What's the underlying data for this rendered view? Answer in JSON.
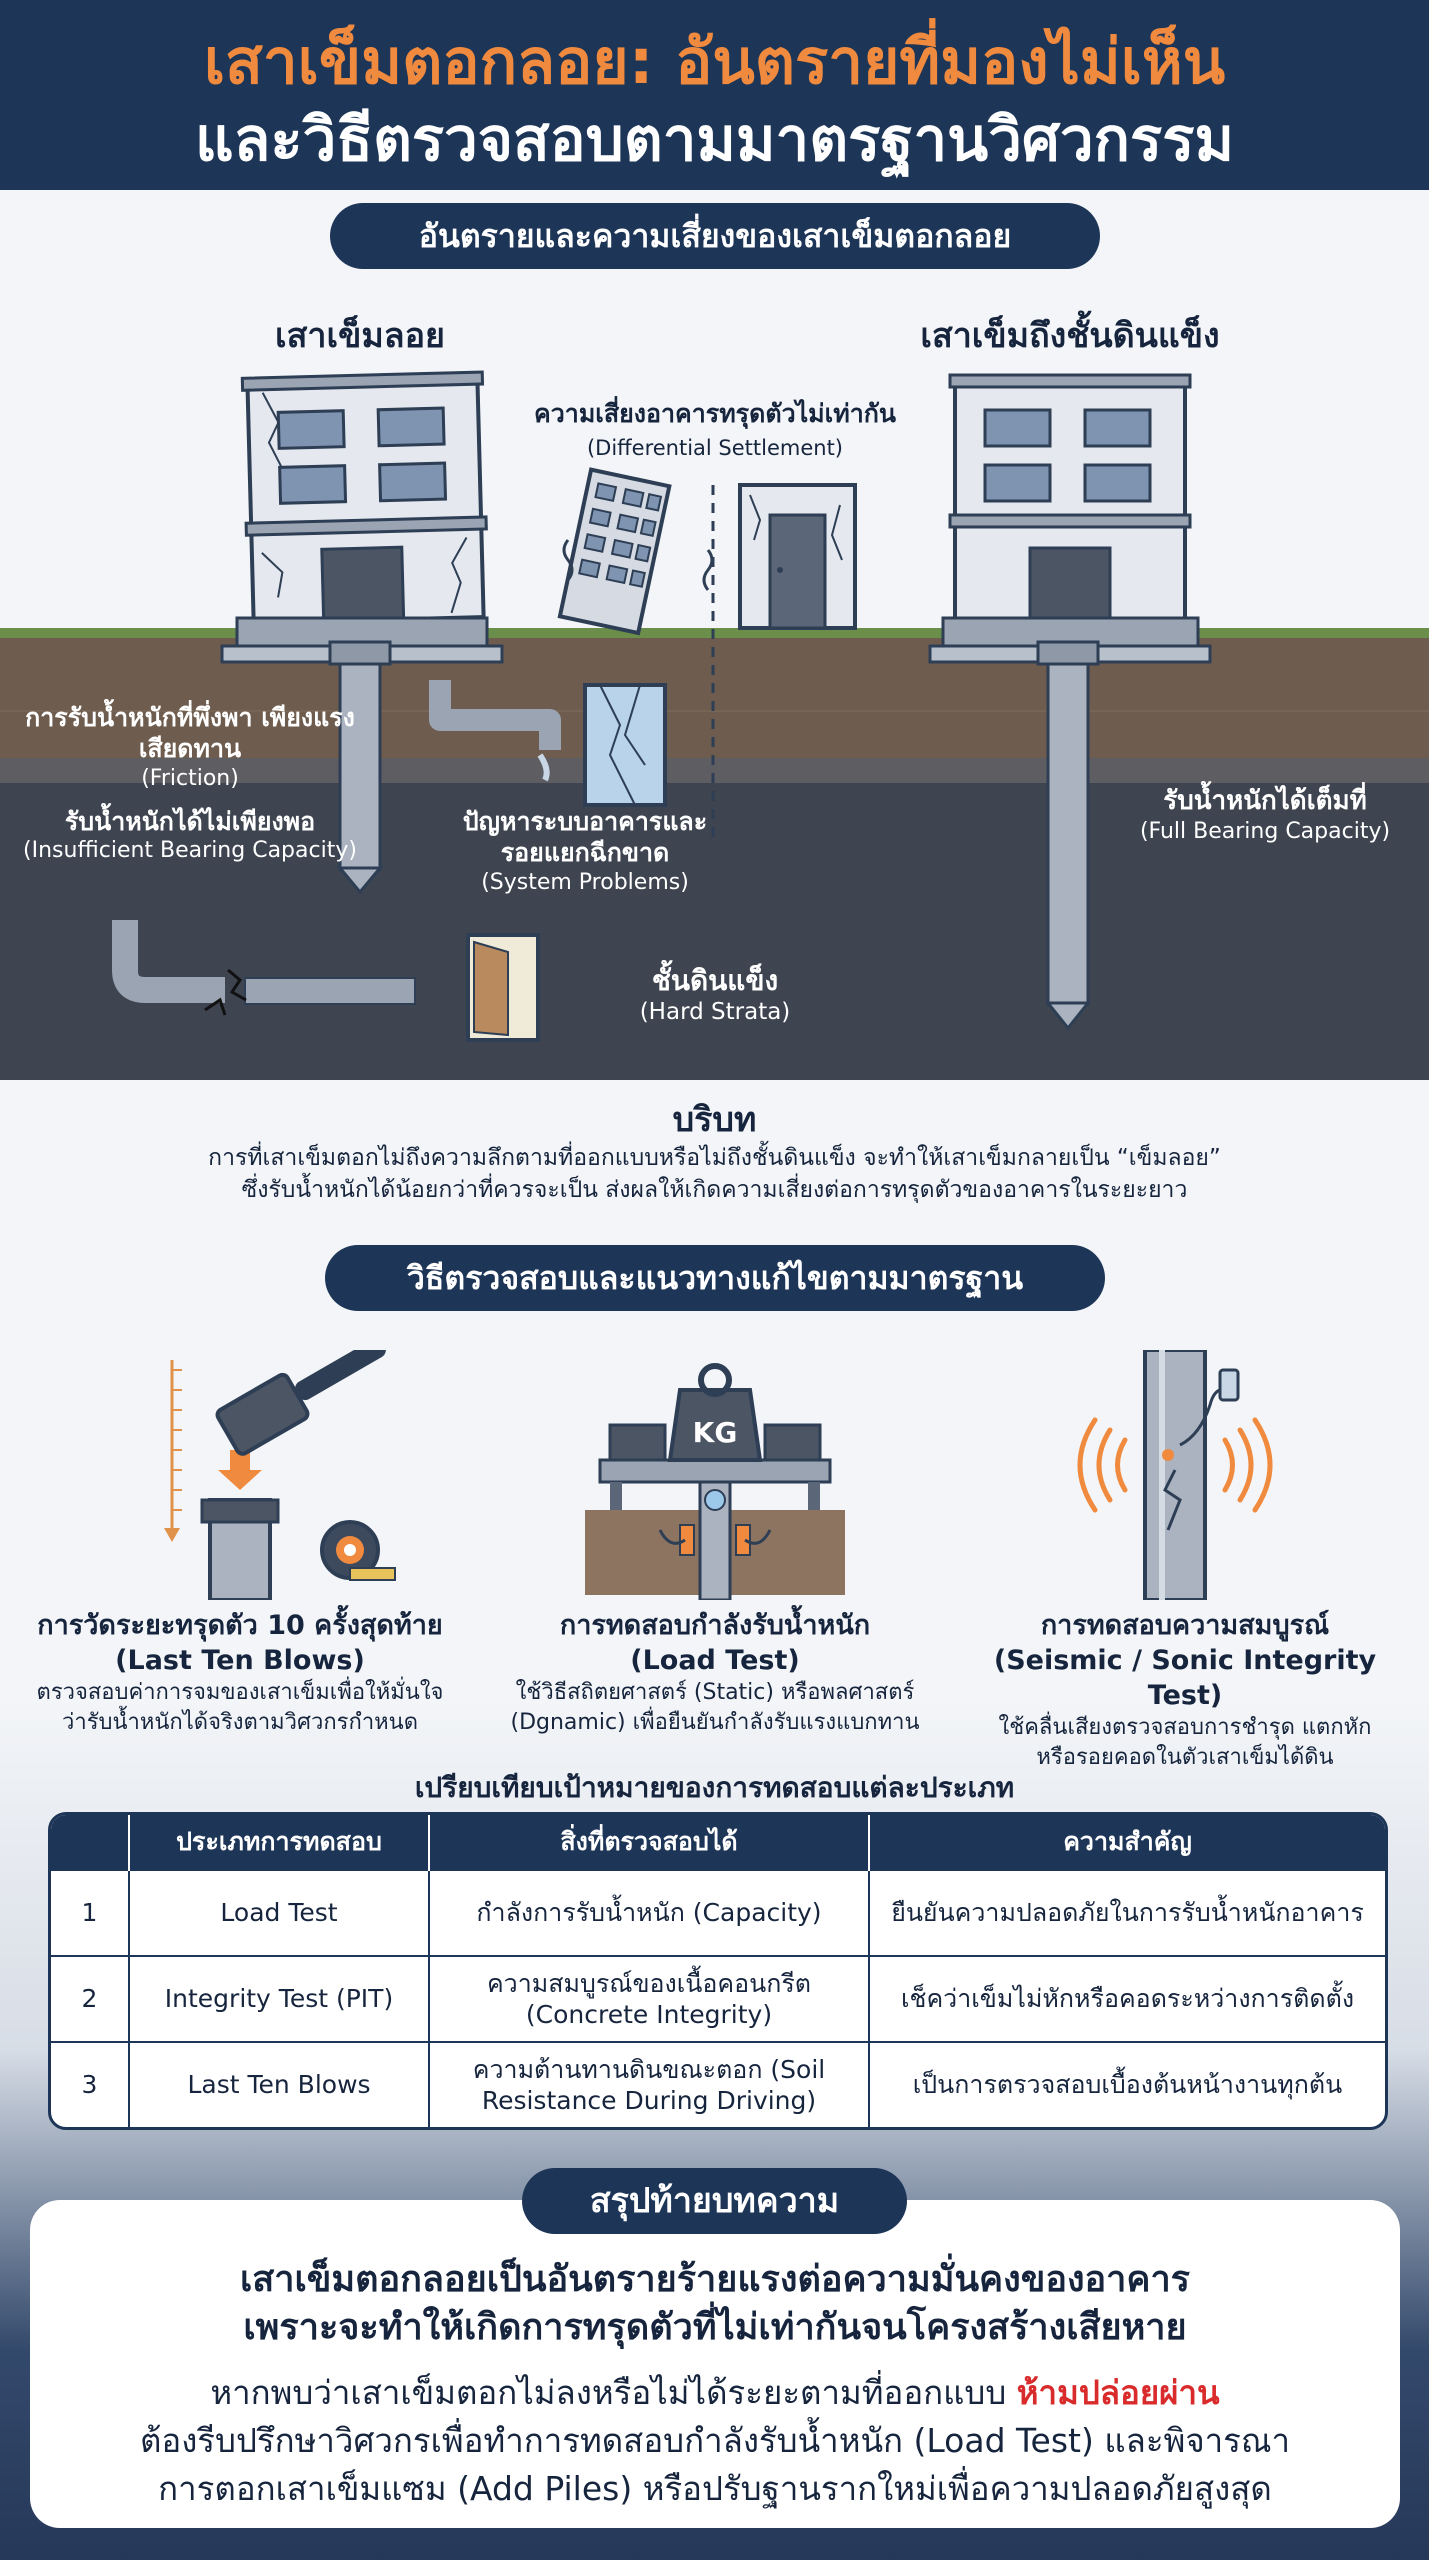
{
  "header": {
    "title_line1": "เสาเข็มตอกลอย: อันตรายที่มองไม่เห็น",
    "title_line2": "และวิธีตรวจสอบตามมาตรฐานวิศวกรรม"
  },
  "hazard_section": {
    "heading": "อันตรายและความเสี่ยงของเสาเข็มตอกลอย",
    "left_title": "เสาเข็มลอย",
    "right_title": "เสาเข็มถึงชั้นดินแข็ง",
    "differential_th": "ความเสี่ยงอาคารทรุดตัวไม่เท่ากัน",
    "differential_en": "(Differential Settlement)",
    "friction_th": "การรับน้ำหนักที่พึ่งพา เพียงแรงเสียดทาน",
    "friction_en": "(Friction)",
    "insufficient_th": "รับน้ำหนักได้ไม่เพียงพอ",
    "insufficient_en": "(Insufficient Bearing Capacity)",
    "system_th": "ปัญหาระบบอาคารและ รอยแยกฉีกขาด",
    "system_en": "(System Problems)",
    "hard_th": "ชั้นดินแข็ง",
    "hard_en": "(Hard Strata)",
    "full_th": "รับน้ำหนักได้เต็มที่",
    "full_en": "(Full Bearing Capacity)"
  },
  "context": {
    "heading": "บริบท",
    "line1": "การที่เสาเข็มตอกไม่ถึงความลึกตามที่ออกแบบหรือไม่ถึงชั้นดินแข็ง จะทำให้เสาเข็มกลายเป็น “เข็มลอย”",
    "line2": "ซึ่งรับน้ำหนักได้น้อยกว่าที่ควรจะเป็น ส่งผลให้เกิดความเสี่ยงต่อการทรุดตัวของอาคารในระยะยาว"
  },
  "methods_section": {
    "heading": "วิธีตรวจสอบและแนวทางแก้ไขตามมาตรฐาน",
    "kg_label": "KG",
    "methods": [
      {
        "title": "การวัดระยะทรุดตัว 10 ครั้งสุดท้าย",
        "subtitle": "(Last Ten Blows)",
        "desc1": "ตรวจสอบค่าการจมของเสาเข็มเพื่อให้มั่นใจ",
        "desc2": "ว่ารับน้ำหนักได้จริงตามวิศวกรกำหนด"
      },
      {
        "title": "การทดสอบกำลังรับน้ำหนัก",
        "subtitle": "(Load Test)",
        "desc1": "ใช้วิธีสถิตยศาสตร์ (Static) หรือพลศาสตร์",
        "desc2": "(Dgnamic) เพื่อยืนยันกำลังรับแรงแบกทาน"
      },
      {
        "title": "การทดสอบความสมบูรณ์",
        "subtitle": "(Seismic / Sonic Integrity Test)",
        "desc1": "ใช้คลื่นเสียงตรวจสอบการชำรุด แตกหัก",
        "desc2": "หรือรอยคอดในตัวเสาเข็มได้ดิน"
      }
    ]
  },
  "comparison": {
    "title": "เปรียบเทียบเป้าหมายของการทดสอบแต่ละประเภท",
    "headers": [
      "",
      "ประเภทการทดสอบ",
      "สิ่งที่ตรวจสอบได้",
      "ความสำคัญ"
    ],
    "rows": [
      {
        "no": "1",
        "type": "Load Test",
        "checks": "กำลังการรับน้ำหนัก (Capacity)",
        "importance": "ยืนยันความปลอดภัยในการรับน้ำหนักอาคาร"
      },
      {
        "no": "2",
        "type": "Integrity Test (PIT)",
        "checks": "ความสมบูรณ์ของเนื้อคอนกรีต (Concrete Integrity)",
        "importance": "เช็คว่าเข็มไม่หักหรือคอดระหว่างการติดตั้ง"
      },
      {
        "no": "3",
        "type": "Last Ten Blows",
        "checks": "ความต้านทานดินขณะตอก (Soil Resistance During Driving)",
        "importance": "เป็นการตรวจสอบเบื้องต้นหน้างานทุกต้น"
      }
    ]
  },
  "summary": {
    "heading": "สรุปท้ายบทความ",
    "bold1": "เสาเข็มตอกลอยเป็นอันตรายร้ายแรงต่อความมั่นคงของอาคาร",
    "bold2": "เพราะจะทำให้เกิดการทรุดตัวที่ไม่เท่ากันจนโครงสร้างเสียหาย",
    "line3_pre": "หากพบว่าเสาเข็มตอกไม่ลงหรือไม่ได้ระยะตามที่ออกแบบ ",
    "line3_danger": "ห้ามปล่อยผ่าน",
    "line4": "ต้องรีบปรึกษาวิศวกรเพื่อทำการทดสอบกำลังรับน้ำหนัก (Load Test) และพิจารณา",
    "line5": "การตอกเสาเข็มแซม (Add Piles) หรือปรับฐานรากใหม่เพื่อความปลอดภัยสูงสุด"
  },
  "colors": {
    "navy": "#1d3557",
    "orange": "#f08a3e",
    "danger": "#d92b2b"
  }
}
